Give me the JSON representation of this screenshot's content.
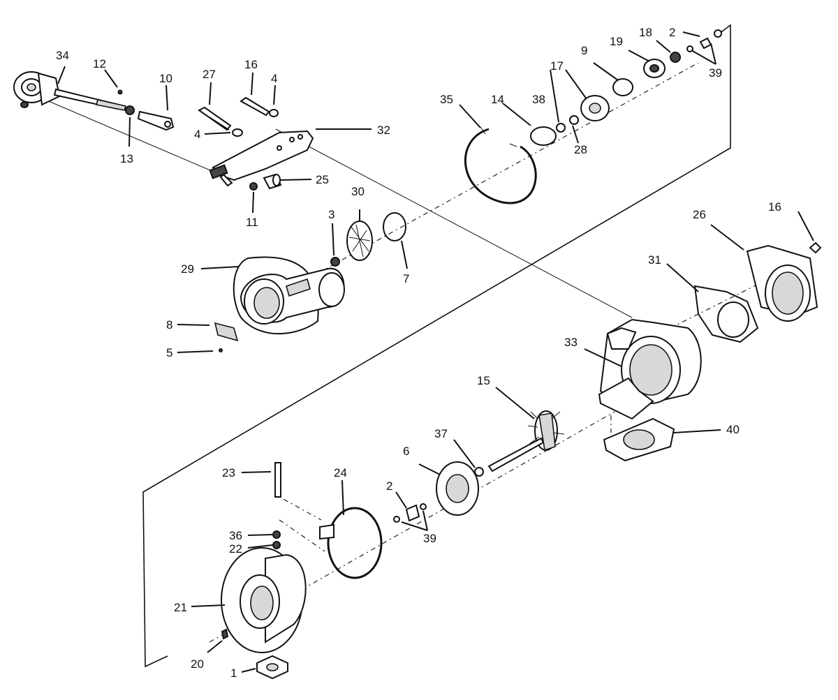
{
  "callouts": {
    "c1": "1",
    "c2a": "2",
    "c2b": "2",
    "c3": "3",
    "c4a": "4",
    "c4b": "4",
    "c5": "5",
    "c6": "6",
    "c7": "7",
    "c8": "8",
    "c9": "9",
    "c10": "10",
    "c11": "11",
    "c12": "12",
    "c13": "13",
    "c14": "14",
    "c15": "15",
    "c16a": "16",
    "c16b": "16",
    "c17": "17",
    "c18": "18",
    "c19": "19",
    "c20": "20",
    "c21": "21",
    "c22": "22",
    "c23": "23",
    "c24": "24",
    "c25": "25",
    "c26": "26",
    "c27": "27",
    "c28": "28",
    "c29": "29",
    "c30": "30",
    "c31": "31",
    "c32": "32",
    "c33": "33",
    "c34": "34",
    "c35": "35",
    "c36": "36",
    "c37": "37",
    "c38": "38",
    "c39a": "39",
    "c39b": "39",
    "c40": "40"
  }
}
